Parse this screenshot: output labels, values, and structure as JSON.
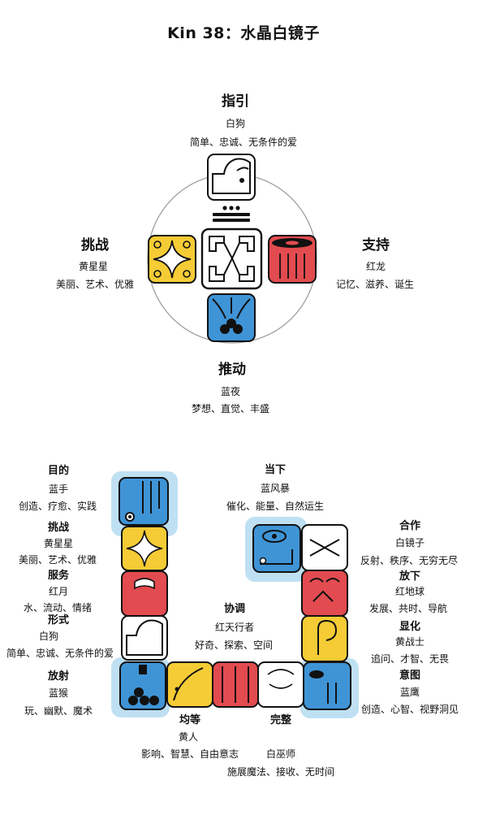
{
  "title": "Kin 38：水晶白镜子",
  "oracle": {
    "guide": {
      "label": "指引",
      "name": "白狗",
      "keywords": "简单、忠诚、无条件的爱"
    },
    "antipode": {
      "label": "挑战",
      "name": "黄星星",
      "keywords": "美丽、艺术、优雅"
    },
    "analog": {
      "label": "支持",
      "name": "红龙",
      "keywords": "记忆、滋养、诞生"
    },
    "occult": {
      "label": "推动",
      "name": "蓝夜",
      "keywords": "梦想、直觉、丰盛"
    }
  },
  "wavespell": {
    "purpose": {
      "label": "目的",
      "name": "蓝手",
      "keywords": "创造、疗愈、实践"
    },
    "challenge": {
      "label": "挑战",
      "name": "黄星星",
      "keywords": "美丽、艺术、优雅"
    },
    "service": {
      "label": "服务",
      "name": "红月",
      "keywords": "水、流动、情绪"
    },
    "form": {
      "label": "形式",
      "name": "白狗",
      "keywords": "简单、忠诚、无条件的爱"
    },
    "radiance": {
      "label": "放射",
      "name": "蓝猴",
      "keywords": "玩、幽默、魔术"
    },
    "equality": {
      "label": "均等",
      "name": "黄人",
      "keywords": "影响、智慧、自由意志"
    },
    "coordination": {
      "label": "协调",
      "name": "红天行者",
      "keywords": "好奇、探索、空间"
    },
    "completion": {
      "label": "完整",
      "name": "白巫师",
      "keywords": "施展魔法、接收、无时间"
    },
    "present": {
      "label": "当下",
      "name": "蓝风暴",
      "keywords": "催化、能量、自然运生"
    },
    "cooperation": {
      "label": "合作",
      "name": "白镜子",
      "keywords": "反射、秩序、无穷无尽"
    },
    "release": {
      "label": "放下",
      "name": "红地球",
      "keywords": "发展、共时、导航"
    },
    "manifest": {
      "label": "显化",
      "name": "黄战士",
      "keywords": "追问、才智、无畏"
    },
    "intention": {
      "label": "意图",
      "name": "蓝鹰",
      "keywords": "创造、心智、视野洞见"
    }
  },
  "colors": {
    "red": "#e24b4f",
    "yellow": "#f5cc35",
    "blue": "#3f94d6",
    "white": "#ffffff",
    "halo": "#bfe0f3",
    "outline": "#111111"
  },
  "icons": {
    "guide": "white-dog-glyph",
    "antipode": "yellow-star-glyph",
    "analog": "red-dragon-glyph",
    "occult": "blue-night-glyph",
    "center": "white-mirror-glyph",
    "tone": "crystal-tone-bars"
  }
}
